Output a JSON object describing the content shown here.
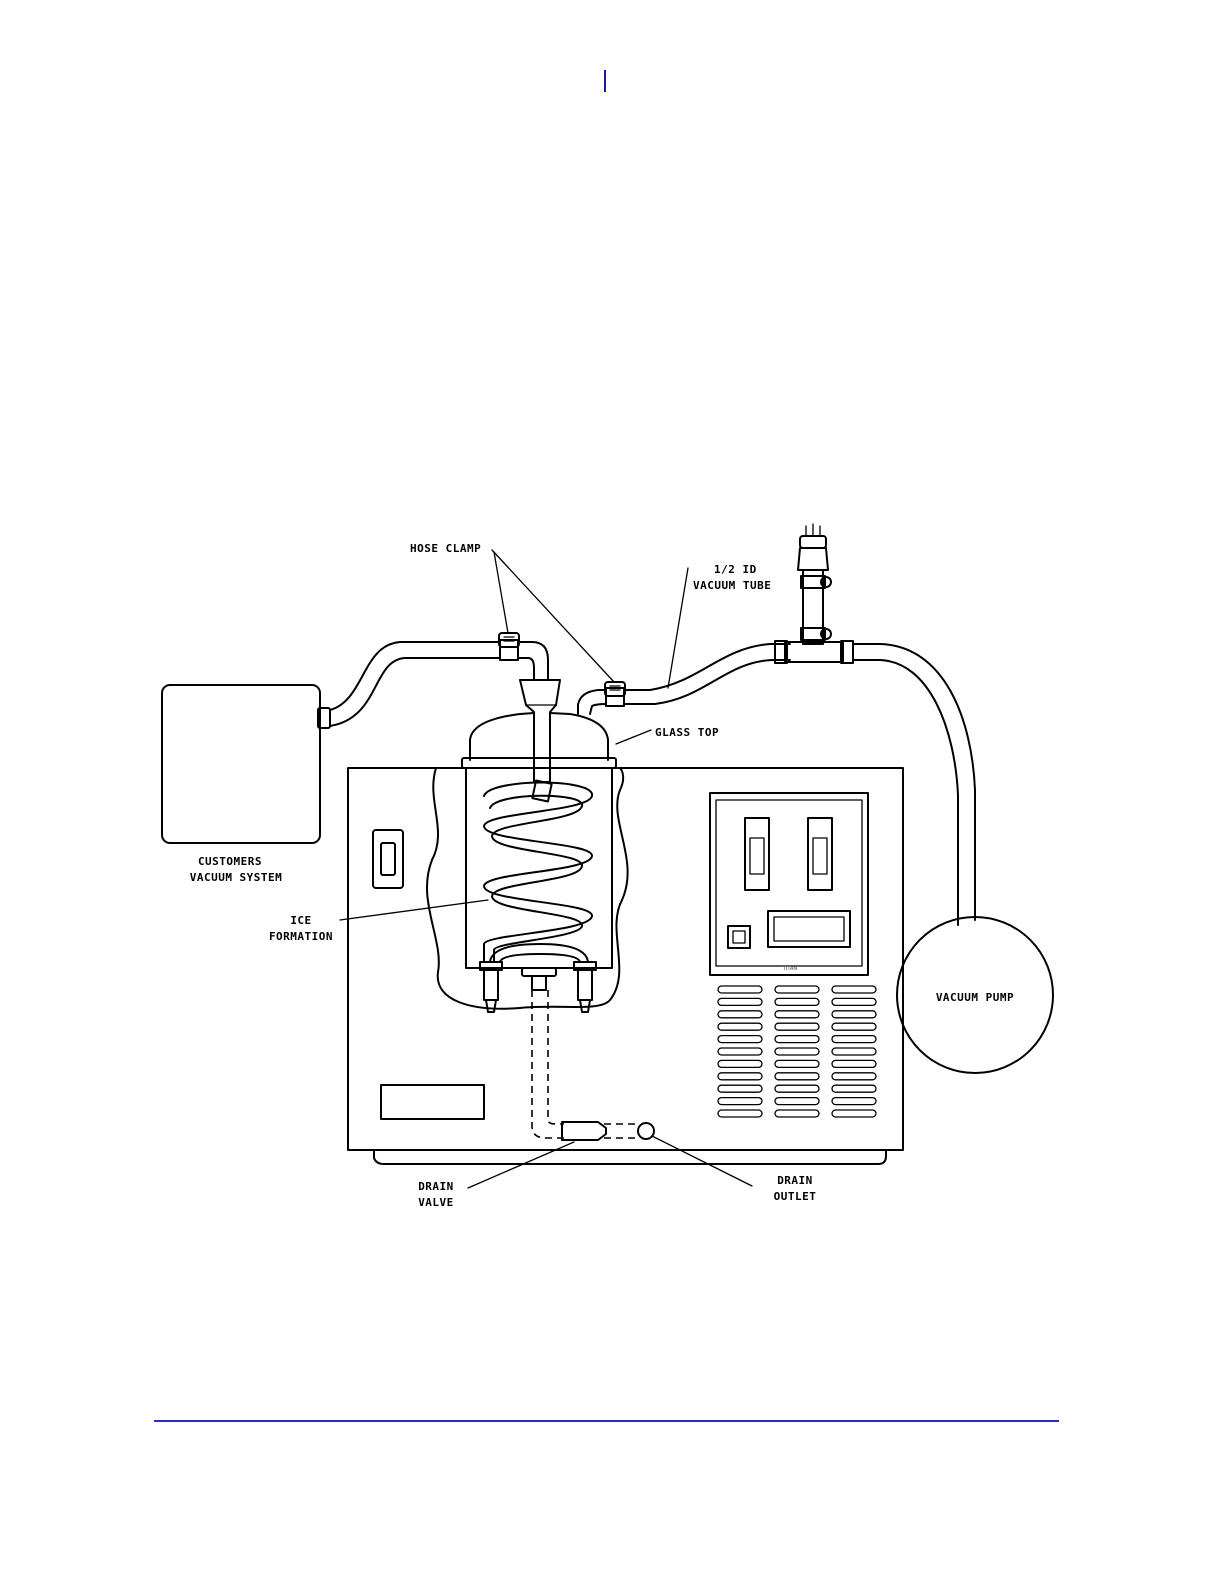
{
  "labels": {
    "hose_clamp": "HOSE CLAMP",
    "vacuum_tube_line1": "1/2 ID",
    "vacuum_tube_line2": "VACUUM TUBE",
    "glass_top": "GLASS TOP",
    "customers_line1": "CUSTOMERS",
    "customers_line2": "VACUUM SYSTEM",
    "ice_line1": "ICE",
    "ice_line2": "FORMATION",
    "vacuum_pump": "VACUUM PUMP",
    "drain_valve_line1": "DRAIN",
    "drain_valve_line2": "VALVE",
    "drain_outlet_line1": "DRAIN",
    "drain_outlet_line2": "OUTLET",
    "panel_brand": "TITAN"
  },
  "colors": {
    "line": "#000000",
    "accent_blue": "#2b2bc0"
  }
}
